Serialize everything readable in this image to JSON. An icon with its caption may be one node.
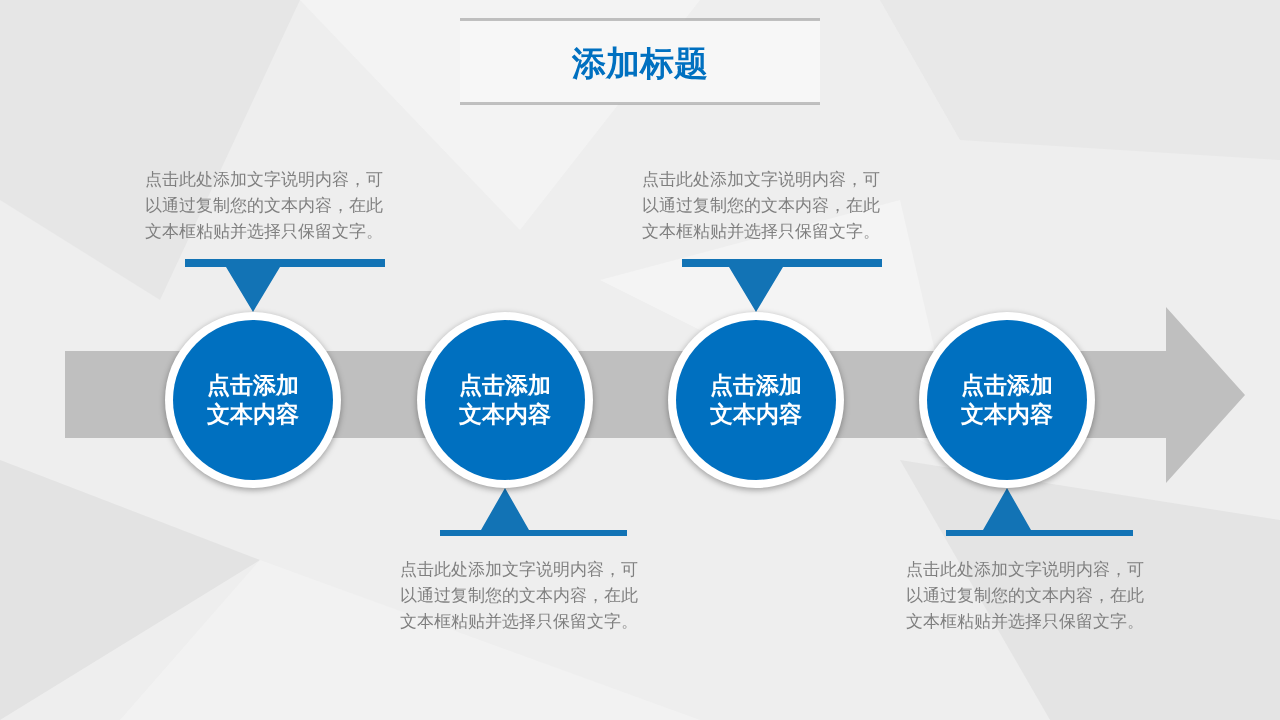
{
  "diagram": {
    "title": "添加标题",
    "nodes": [
      {
        "text": [
          "点击添加文本内容"
        ]
      },
      {
        "text": [
          "点击添加文本内容"
        ]
      },
      {
        "text": [
          "点击添加文本内容"
        ]
      },
      {
        "text": [
          "点击添加文本内容"
        ]
      },
      {
        "text": [
          "点击此处添加文字说明内容，可以通过复制您的文本内容，在此文本框粘贴并选择只保留文字。"
        ]
      },
      {
        "text": [
          "点击此处添加文字说明内容，可以通过复制您的文本内容，在此文本框粘贴并选择只保留文字。"
        ]
      },
      {
        "text": [
          "点击此处添加文字说明内容，可以通过复制您的文本内容，在此文本框粘贴并选择只保留文字。"
        ]
      },
      {
        "text": [
          "点击此处添加文字说明内容，可以通过复制您的文本内容，在此文本框粘贴并选择只保留文字。"
        ]
      }
    ],
    "edges": [
      {
        "from": 4,
        "to": 0,
        "arrow": "to"
      },
      {
        "from": 5,
        "to": 1,
        "arrow": "to"
      },
      {
        "from": 6,
        "to": 2,
        "arrow": "to"
      },
      {
        "from": 7,
        "to": 3,
        "arrow": "to"
      }
    ]
  }
}
